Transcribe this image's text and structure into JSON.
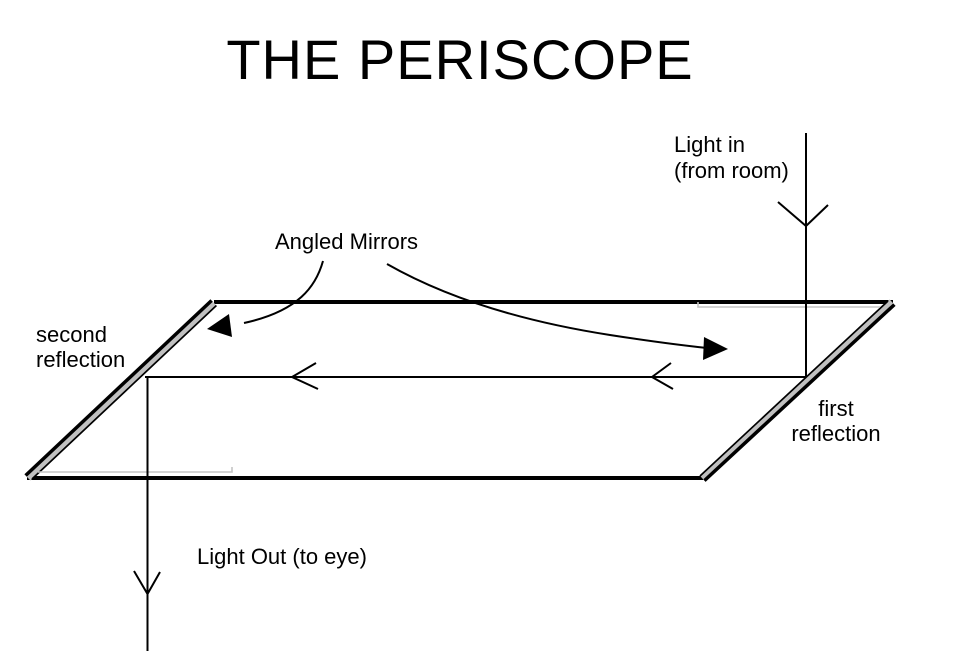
{
  "title": "THE PERISCOPE",
  "labels": {
    "light_in": {
      "line1": "Light in",
      "line2": "(from room)"
    },
    "angled_mirrors": "Angled Mirrors",
    "second_reflection": {
      "line1": "second",
      "line2": "reflection"
    },
    "first_reflection": {
      "line1": "first",
      "line2": "reflection"
    },
    "light_out": "Light Out (to eye)"
  },
  "colors": {
    "background": "#ffffff",
    "ink": "#000000",
    "mirror_fill": "#c0c0c0",
    "seam_gray": "#c4c4c4"
  }
}
